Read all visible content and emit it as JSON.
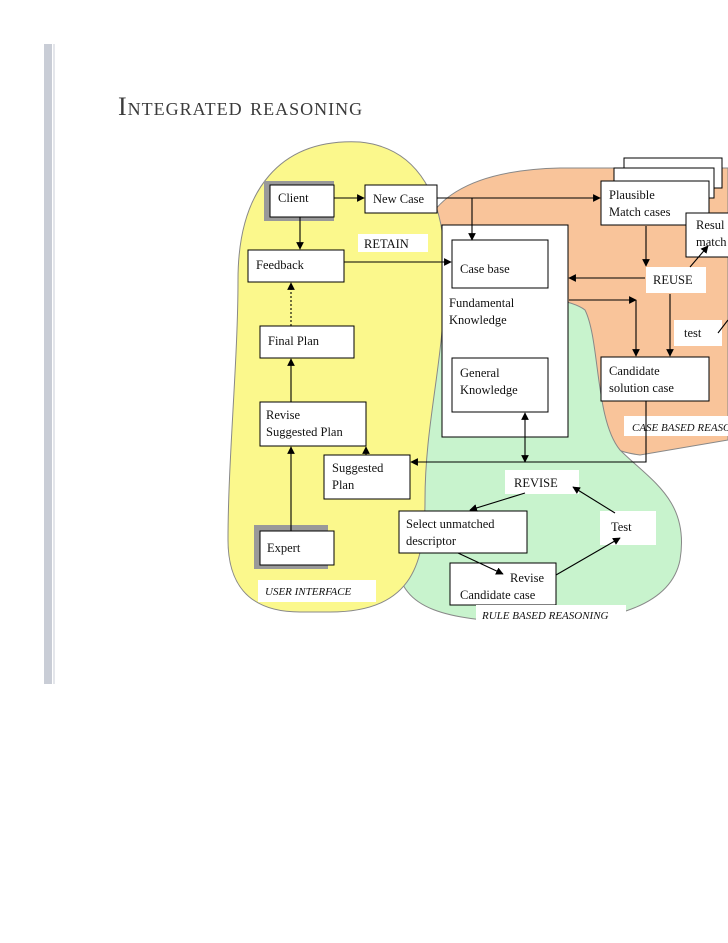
{
  "slide": {
    "title": "Integrated reasoning"
  },
  "regions": {
    "user_interface": {
      "label": "USER INTERFACE",
      "color": "#fbf88c"
    },
    "case_based": {
      "label": "CASE BASED  REASO",
      "color": "#f9c49a"
    },
    "rule_based": {
      "label": "RULE BASED  REASONING",
      "color": "#c8f3cd"
    }
  },
  "nodes": {
    "client": "Client",
    "new_case": "New Case",
    "plausible_line1": "Plausible",
    "plausible_line2": "Match cases",
    "result_line1": "Resul",
    "result_line2": "match",
    "feedback": "Feedback",
    "retain": "RETAIN",
    "case_base": "Case base",
    "fundamental_line1": "Fundamental",
    "fundamental_line2": "Knowledge",
    "general_line1": "General",
    "general_line2": "Knowledge",
    "reuse": "REUSE",
    "test_small": "test",
    "final_plan": "Final Plan",
    "candidate_solution_line1": "Candidate",
    "candidate_solution_line2": "solution case",
    "revise_plan_line1": "Revise",
    "revise_plan_line2": "Suggested Plan",
    "suggested_line1": "Suggested",
    "suggested_line2": "Plan",
    "revise_caps": "REVISE",
    "select_line1": "Select unmatched",
    "select_line2": "descriptor",
    "test": "Test",
    "expert": "Expert",
    "revise_line1": "Revise",
    "revise_line2": "Candidate case"
  }
}
